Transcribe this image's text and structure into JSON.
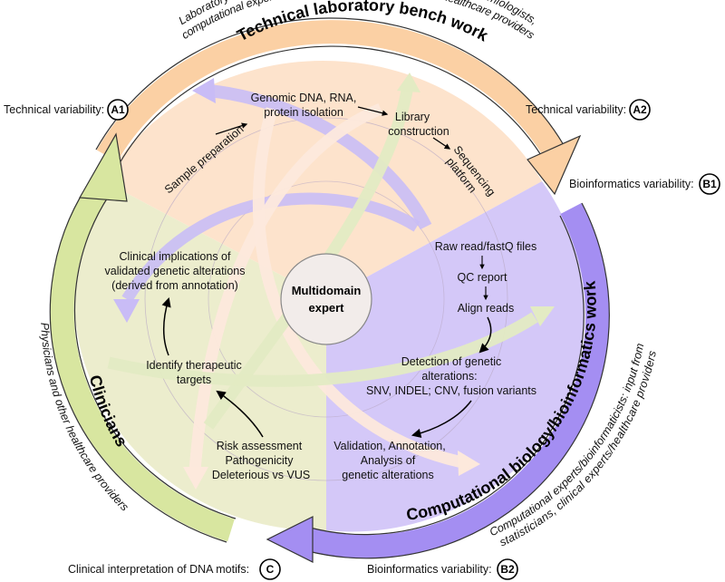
{
  "colors": {
    "bench": "#fde3cc",
    "bench_ring": "#fbd0a4",
    "bioinf": "#d4c8f8",
    "bioinf_ring": "#a48ef2",
    "clin": "#ecedcd",
    "clin_ring": "#d8e6a0",
    "center": "#f2ecea"
  },
  "center_label_1": "Multidomain",
  "center_label_2": "expert",
  "ring_titles": {
    "bench": "Technical laboratory bench work",
    "bioinf": "Computational biology/bioinformatics work",
    "clin": "Clinicians"
  },
  "outer_notes": {
    "bench_1": "Laboratory scientist: input from study design statisticians, epidemiologists,",
    "bench_2": "computational experts/bioinformaticists, clinical experts/healthcare providers",
    "bioinf_1": "Computational experts/bioinformaticists: input from",
    "bioinf_2": "statisticians, clinical experts/healthcare providers",
    "clin": "Physicians and other healthcare providers"
  },
  "variability": {
    "a1_label": "Technical variability:",
    "a1_badge": "A1",
    "a2_label": "Technical variability:",
    "a2_badge": "A2",
    "b1_label": "Bioinformatics variability:",
    "b1_badge": "B1",
    "b2_label": "Bioinformatics variability:",
    "b2_badge": "B2",
    "c_label": "Clinical interpretation of DNA motifs:",
    "c_badge": "C"
  },
  "bench_steps": {
    "sample": "Sample preparation",
    "isolation_1": "Genomic DNA, RNA,",
    "isolation_2": "protein isolation",
    "library_1": "Library",
    "library_2": "construction",
    "seq_1": "Sequencing",
    "seq_2": "platform"
  },
  "bioinf_steps": {
    "raw": "Raw read/fastQ files",
    "qc": "QC report",
    "align": "Align reads",
    "detect_1": "Detection of genetic",
    "detect_2": "alterations:",
    "detect_3": "SNV, INDEL; CNV, fusion variants",
    "valid_1": "Validation, Annotation,",
    "valid_2": "Analysis of",
    "valid_3": "genetic alterations"
  },
  "clin_steps": {
    "impl_1": "Clinical implications of",
    "impl_2": "validated genetic alterations",
    "impl_3": "(derived from annotation)",
    "targets_1": "Identify therapeutic",
    "targets_2": "targets",
    "risk_1": "Risk assessment",
    "risk_2": "Pathogenicity",
    "risk_3": "Deleterious vs VUS"
  }
}
